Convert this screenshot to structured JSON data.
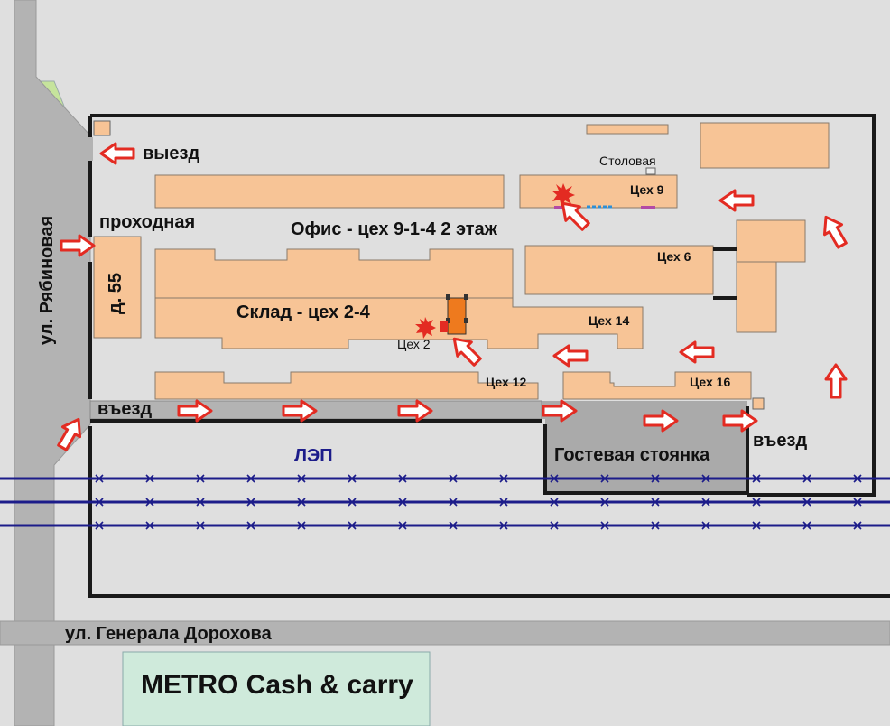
{
  "streets": {
    "ryabinovaya": "ул. Рябиновая",
    "dorokhova": "ул. Генерала Дорохова"
  },
  "labels": {
    "exit": "выезд",
    "checkpoint": "проходная",
    "house": "д. 55",
    "office": "Офис - цех 9-1-4  2 этаж",
    "warehouse": "Склад - цех 2-4",
    "canteen": "Столовая",
    "entry_left": "въезд",
    "entry_right": "въезд",
    "power_line": "ЛЭП",
    "guest_parking": "Гостевая стоянка",
    "metro": "METRO Cash & carry"
  },
  "workshops": {
    "w9": "Цех 9",
    "w6": "Цех 6",
    "w14": "Цех 14",
    "w2": "Цех 2",
    "w12": "Цех 12",
    "w16": "Цех 16"
  },
  "colors": {
    "background": "#dfdfdf",
    "building": "#f7c496",
    "road": "#b3b3b3",
    "parking": "#aaaaaa",
    "green_strip": "#c6e49c",
    "metro_fill": "#cfeadb",
    "arrow": "#e32b22",
    "power_line": "#1c1c8a",
    "truck": "#ee7a1e",
    "wall": "#1a1a1a"
  }
}
